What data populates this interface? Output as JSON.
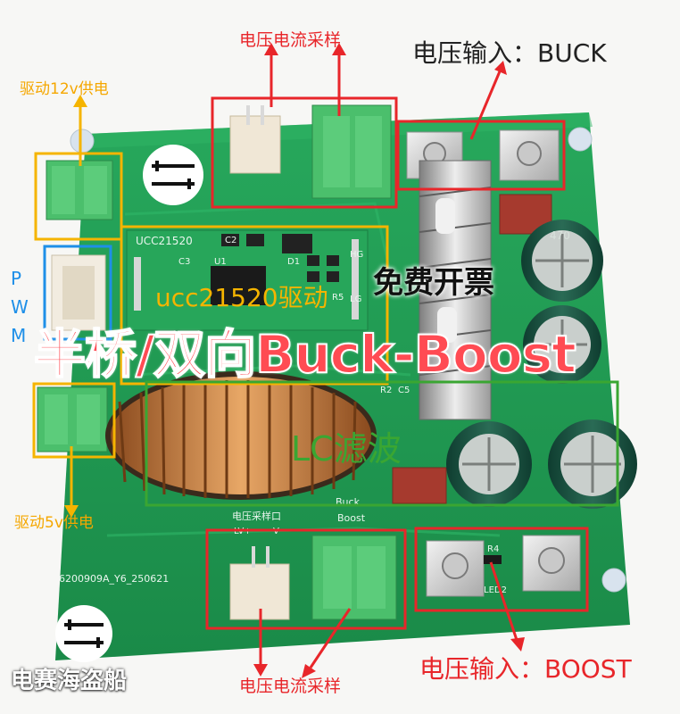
{
  "labels": {
    "sample_top": "电压电流采样",
    "input_buck": "电压输入：BUCK",
    "drive_12v": "驱动12v供电",
    "pwm_p": "P",
    "pwm_w": "W",
    "pwm_m": "M",
    "ucc_driver": "ucc21520驱动",
    "invoice": "免费开票",
    "headline": "半桥/双向Buck-Boost",
    "lc_filter": "LC滤波",
    "drive_5v": "驱动5v供电",
    "sample_bottom": "电压电流采样",
    "input_boost": "电压输入：BOOST",
    "brand": "电赛海盗船"
  },
  "silkscreen": {
    "chip": "UCC21520",
    "board_id": "6200909A_Y6_250621",
    "boost": "Boost",
    "buck": "Buck",
    "sample_port": "电压采样口",
    "lv_plus": "LV+",
    "lv_minus": "V-",
    "led2": "LED2",
    "r4": "R4",
    "u1": "U1",
    "c2": "C2",
    "c3": "C3",
    "d1": "D1",
    "r2": "R2",
    "c5": "C5",
    "r5": "R5",
    "hg": "HG",
    "lg": "LG",
    "cap_text": "470"
  },
  "colors": {
    "red_box": "#e8262a",
    "orange_box": "#f5b400",
    "blue_box": "#1e8fe8",
    "green_box": "#3aa632",
    "pcb": "#1f9a52",
    "label_red": "#e8262a",
    "label_orange": "#f5a700",
    "label_blue": "#1e8fe8",
    "label_green": "#3aa632",
    "label_dark": "#222222",
    "headline_fill": "#ff4b53"
  }
}
